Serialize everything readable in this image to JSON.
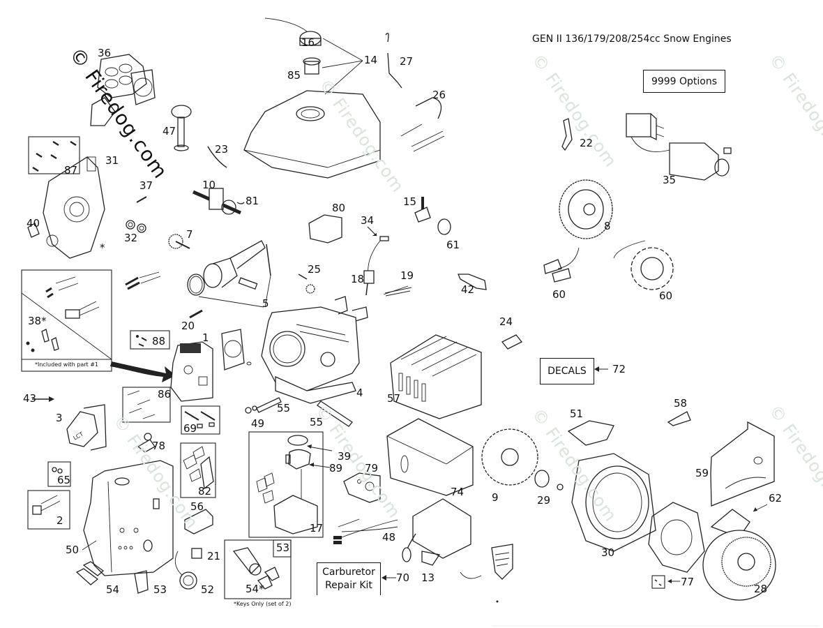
{
  "diagram": {
    "title": "GEN II 136/179/208/254cc Snow Engines",
    "watermark": "© Firedog.com",
    "option_box": "9999  Options",
    "decals_box": "DECALS",
    "carb_kit_box": "Carburetor Repair Kit",
    "carb_kit_line1": "Carburetor",
    "carb_kit_line2": "Repair Kit",
    "note_included": "*Included with part #1",
    "note_keys": "*Keys Only (set of 2)",
    "callouts": {
      "p1": "1",
      "p2": "2",
      "p3": "3",
      "p4": "4",
      "p5": "5",
      "p7": "7",
      "p8": "8",
      "p9": "9",
      "p10": "10",
      "p13": "13",
      "p14": "14",
      "p15": "15",
      "p16": "16",
      "p17": "17",
      "p18": "18",
      "p19": "19",
      "p20": "20",
      "p21": "21",
      "p22": "22",
      "p23": "23",
      "p24": "24",
      "p25": "25",
      "p26": "26",
      "p27": "27",
      "p28": "28",
      "p29": "29",
      "p30": "30",
      "p31": "31",
      "p32": "32",
      "p34": "34",
      "p35": "35",
      "p36": "36",
      "p37": "37",
      "p38": "38*",
      "p39": "39",
      "p40": "40",
      "p42": "42",
      "p43": "43",
      "p47": "47",
      "p48": "48",
      "p49": "49",
      "p50": "50",
      "p51": "51",
      "p52": "52",
      "p53a": "53",
      "p53b": "53",
      "p54a": "54",
      "p54b": "54*",
      "p55a": "55",
      "p55b": "55",
      "p56": "56",
      "p57": "57",
      "p58": "58",
      "p59": "59",
      "p60a": "60",
      "p60b": "60",
      "p61": "61",
      "p62": "62",
      "p65": "65",
      "p69": "69",
      "p70": "70",
      "p72": "72",
      "p74": "74",
      "p77": "77",
      "p78": "78",
      "p79": "79",
      "p80": "80",
      "p81": "81",
      "p82": "82",
      "p85": "85",
      "p86": "86",
      "p87": "87",
      "p88": "88",
      "p89": "89",
      "asterisk": "*"
    }
  }
}
